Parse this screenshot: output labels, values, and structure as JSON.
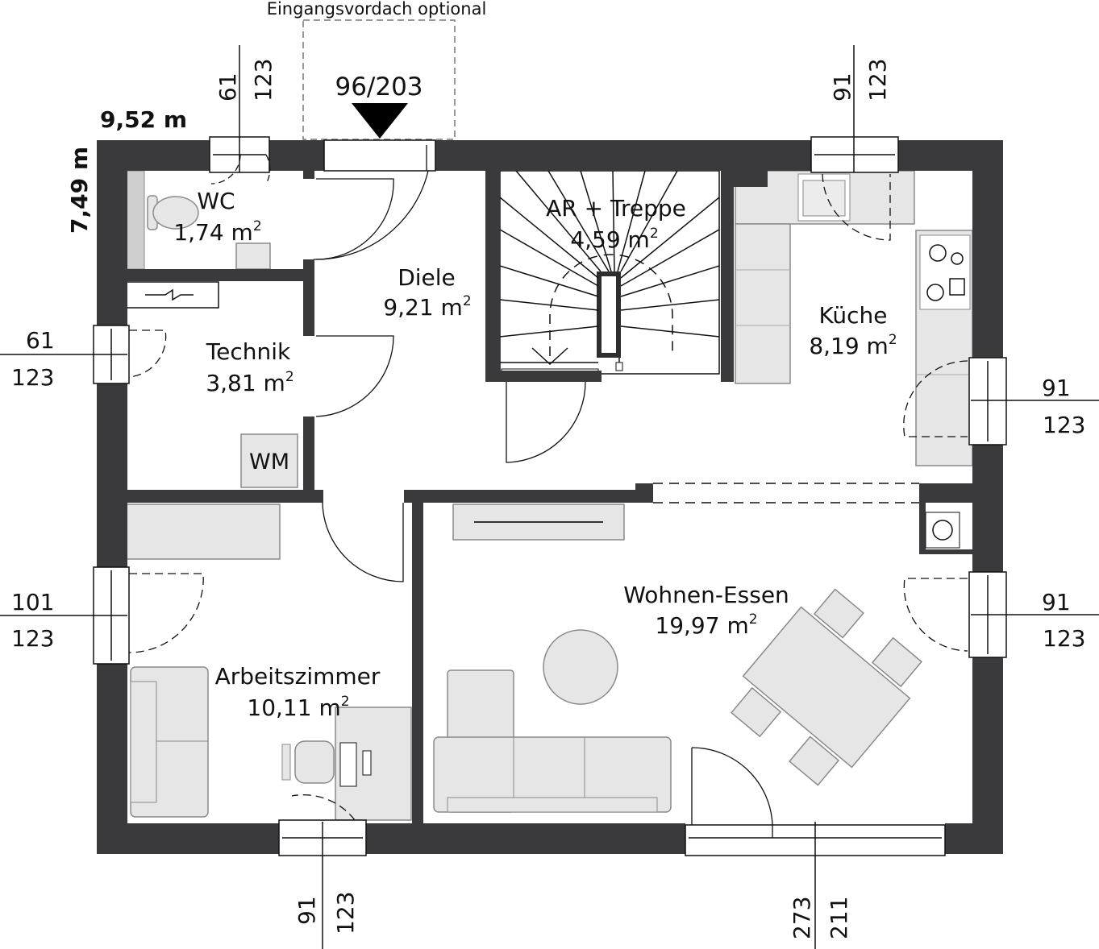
{
  "plan": {
    "width_label": "9,52 m",
    "depth_label": "7,49 m",
    "canopy_label": "Eingangsvordach optional",
    "entrance_label": "96/203",
    "appliance_label": "WM",
    "wall_color": "#3a3a3c",
    "furniture_color": "#e6e6e6"
  },
  "rooms": [
    {
      "name": "WC",
      "area": "1,74 m",
      "unit_sup": "2"
    },
    {
      "name": "Technik",
      "area": "3,81 m",
      "unit_sup": "2"
    },
    {
      "name": "Diele",
      "area": "9,21 m",
      "unit_sup": "2"
    },
    {
      "name": "AR + Treppe",
      "area": "4,59 m",
      "unit_sup": "2"
    },
    {
      "name": "Küche",
      "area": "8,19 m",
      "unit_sup": "2"
    },
    {
      "name": "Arbeitszimmer",
      "area": "10,11 m",
      "unit_sup": "2"
    },
    {
      "name": "Wohnen-Essen",
      "area": "19,97 m",
      "unit_sup": "2"
    }
  ],
  "windows": [
    {
      "id": "wc",
      "width": "61",
      "height": "123"
    },
    {
      "id": "kitchen-top",
      "width": "91",
      "height": "123"
    },
    {
      "id": "technik",
      "width": "61",
      "height": "123"
    },
    {
      "id": "kitchen-right",
      "width": "91",
      "height": "123"
    },
    {
      "id": "office-left",
      "width": "101",
      "height": "123"
    },
    {
      "id": "living-right",
      "width": "91",
      "height": "123"
    },
    {
      "id": "office-bottom",
      "width": "91",
      "height": "123"
    },
    {
      "id": "patio",
      "width": "273",
      "height": "211"
    }
  ]
}
